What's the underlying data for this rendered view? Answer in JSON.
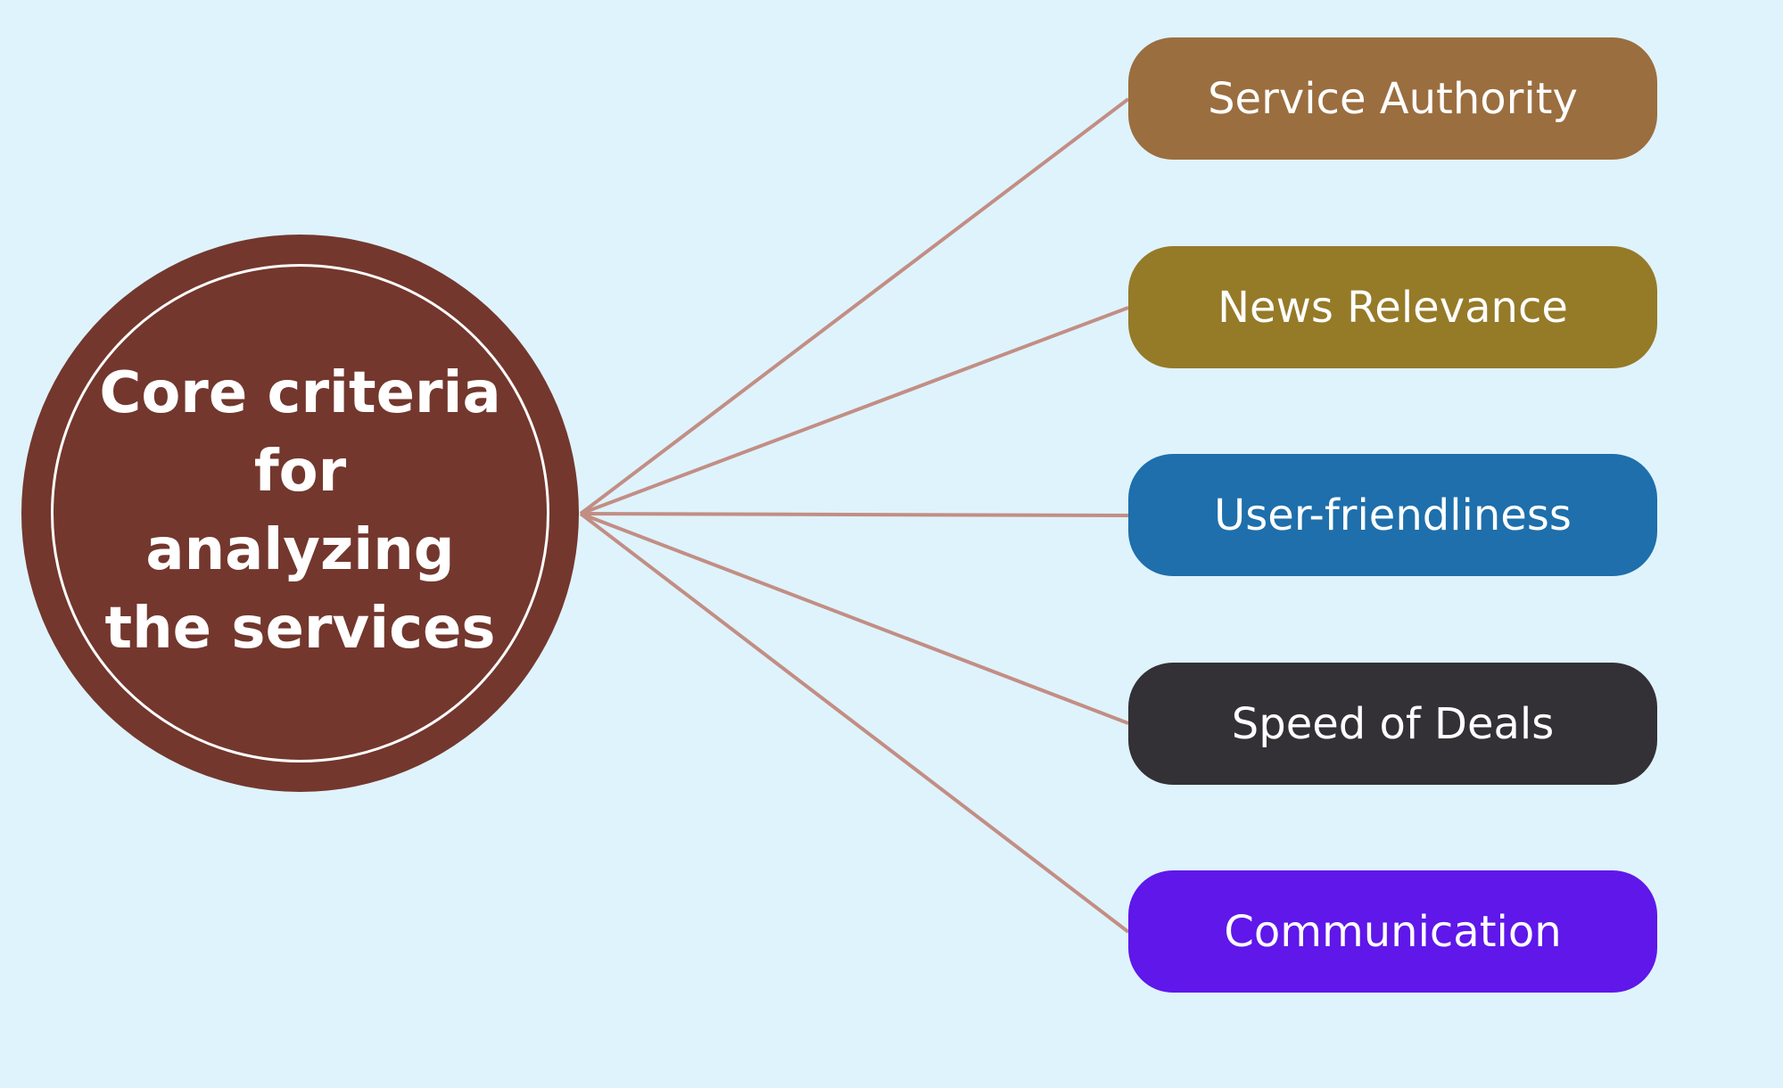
{
  "hub": {
    "title": "Core criteria for analyzing the services",
    "color": "#73372d"
  },
  "connector_color": "#c28e84",
  "nodes": [
    {
      "label": "Service Authority",
      "color": "#9b6e3f"
    },
    {
      "label": "News Relevance",
      "color": "#957a28"
    },
    {
      "label": "User-friendliness",
      "color": "#1e6fab"
    },
    {
      "label": "Speed of Deals",
      "color": "#333136"
    },
    {
      "label": "Communication",
      "color": "#5f17ea"
    }
  ]
}
